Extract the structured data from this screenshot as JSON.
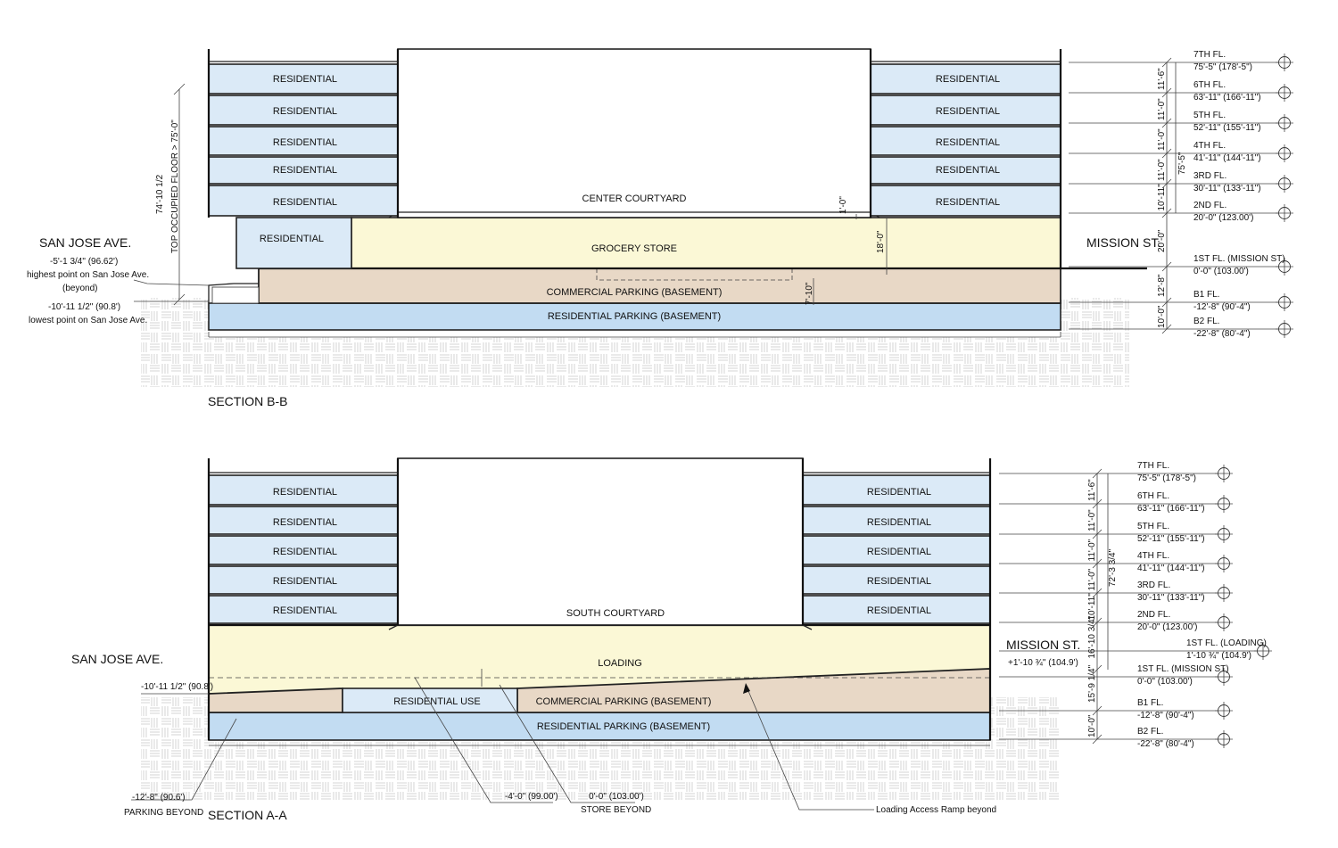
{
  "section_bb": {
    "title": "SECTION B-B",
    "residential_label": "RESIDENTIAL",
    "center_courtyard": "CENTER COURTYARD",
    "grocery_store": "GROCERY STORE",
    "commercial_parking": "COMMERCIAL PARKING (BASEMENT)",
    "residential_parking": "RESIDENTIAL PARKING (BASEMENT)",
    "san_jose": "SAN JOSE AVE.",
    "sj_high_1": "-5'-1 3/4\" (96.62')",
    "sj_high_2": "highest point on San Jose Ave.",
    "sj_high_3": "(beyond)",
    "sj_low_1": "-10'-11 1/2\" (90.8')",
    "sj_low_2": "lowest point on San Jose Ave.",
    "mission": "MISSION ST.",
    "top_dim_1": "74'-10 1/2",
    "top_dim_2": "TOP OCCUPIED FLOOR > 75'-0\"",
    "dim_1_0": "1'-0\"",
    "dim_18_0": "18'-0\"",
    "dim_7_10": "7'-10\"",
    "overall_dim": "75'-5\"",
    "floor_dims": [
      "11'-6\"",
      "11'-0\"",
      "11'-0\"",
      "11'-0\"",
      "10'-11\"",
      "20'-0\"",
      "12'-8\"",
      "10'-0\""
    ],
    "levels": [
      {
        "name": "7TH FL.",
        "elev": "75'-5\" (178'-5\")"
      },
      {
        "name": "6TH FL.",
        "elev": "63'-11\" (166'-11\")"
      },
      {
        "name": "5TH FL.",
        "elev": "52'-11\" (155'-11\")"
      },
      {
        "name": "4TH FL.",
        "elev": "41'-11\" (144'-11\")"
      },
      {
        "name": "3RD FL.",
        "elev": "30'-11\" (133'-11\")"
      },
      {
        "name": "2ND FL.",
        "elev": "20'-0\" (123.00')"
      },
      {
        "name": "1ST FL. (MISSION ST)",
        "elev": "0'-0\" (103.00')"
      },
      {
        "name": "B1 FL.",
        "elev": "-12'-8\" (90'-4\")"
      },
      {
        "name": "B2 FL.",
        "elev": "-22'-8\" (80'-4\")"
      }
    ]
  },
  "section_aa": {
    "title": "SECTION A-A",
    "residential_label": "RESIDENTIAL",
    "south_courtyard": "SOUTH COURTYARD",
    "loading": "LOADING",
    "residential_use": "RESIDENTIAL USE",
    "commercial_parking": "COMMERCIAL PARKING (BASEMENT)",
    "residential_parking": "RESIDENTIAL PARKING (BASEMENT)",
    "san_jose": "SAN JOSE AVE.",
    "sj_elev": "-10'-11 1/2\" (90.8')",
    "mission": "MISSION ST.",
    "mission_elev": "+1'-10 ¾\" (104.9')",
    "parking_beyond_elev": "-12'-8\" (90.6')",
    "parking_beyond": "PARKING BEYOND",
    "store_minus_elev": "-4'-0\" (99.00')",
    "store_elev": "0'-0\" (103.00')",
    "store_beyond": "STORE BEYOND",
    "ramp_note": "Loading Access Ramp beyond",
    "overall_dim": "72'-3 3/4\"",
    "floor_dims": [
      "11'-6\"",
      "11'-0\"",
      "11'-0\"",
      "11'-0\"",
      "10'-11\"",
      "16'-10 3/4\"",
      "15'-9 1/4\"",
      "10'-0\""
    ],
    "levels": [
      {
        "name": "7TH FL.",
        "elev": "75'-5\" (178'-5\")"
      },
      {
        "name": "6TH FL.",
        "elev": "63'-11\" (166'-11\")"
      },
      {
        "name": "5TH FL.",
        "elev": "52'-11\" (155'-11\")"
      },
      {
        "name": "4TH FL.",
        "elev": "41'-11\" (144'-11\")"
      },
      {
        "name": "3RD FL.",
        "elev": "30'-11\" (133'-11\")"
      },
      {
        "name": "2ND FL.",
        "elev": "20'-0\" (123.00')"
      },
      {
        "name": "1ST FL. (LOADING)",
        "elev": "1'-10 ¾\" (104.9')"
      },
      {
        "name": "1ST FL. (MISSION ST)",
        "elev": "0'-0\" (103.00')"
      },
      {
        "name": "B1 FL.",
        "elev": "-12'-8\" (90'-4\")"
      },
      {
        "name": "B2 FL.",
        "elev": "-22'-8\" (80'-4\")"
      }
    ]
  },
  "colors": {
    "residential": "#dbeaf7",
    "residential_parking": "#c2dcf2",
    "grocery_loading": "#fbf8d6",
    "commercial_parking": "#e8d8c6",
    "ground_hatch": "#c8c8c8"
  }
}
